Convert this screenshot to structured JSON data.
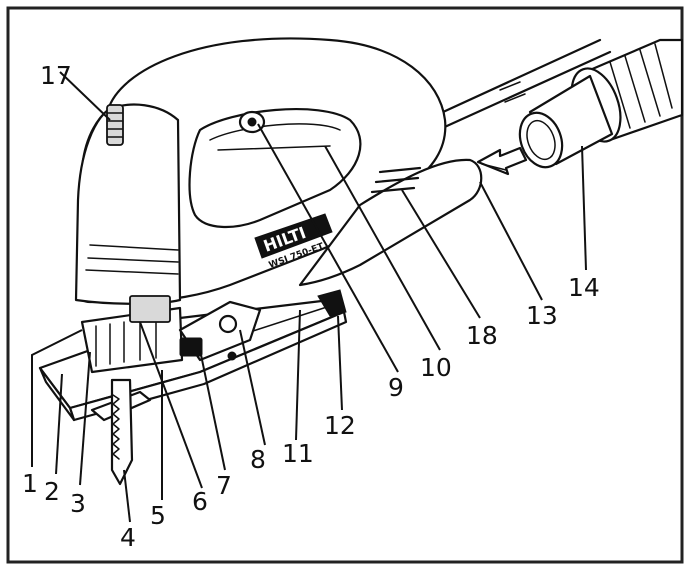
{
  "figure": {
    "brand_label": "HILTI",
    "model_label": "WSJ 750-ET",
    "callouts": [
      {
        "id": "c1",
        "label": "1"
      },
      {
        "id": "c2",
        "label": "2"
      },
      {
        "id": "c3",
        "label": "3"
      },
      {
        "id": "c4",
        "label": "4"
      },
      {
        "id": "c5",
        "label": "5"
      },
      {
        "id": "c6",
        "label": "6"
      },
      {
        "id": "c7",
        "label": "7"
      },
      {
        "id": "c8",
        "label": "8"
      },
      {
        "id": "c9",
        "label": "9"
      },
      {
        "id": "c10",
        "label": "10"
      },
      {
        "id": "c11",
        "label": "11"
      },
      {
        "id": "c12",
        "label": "12"
      },
      {
        "id": "c13",
        "label": "13"
      },
      {
        "id": "c14",
        "label": "14"
      },
      {
        "id": "c17",
        "label": "17"
      },
      {
        "id": "c18",
        "label": "18"
      }
    ]
  }
}
